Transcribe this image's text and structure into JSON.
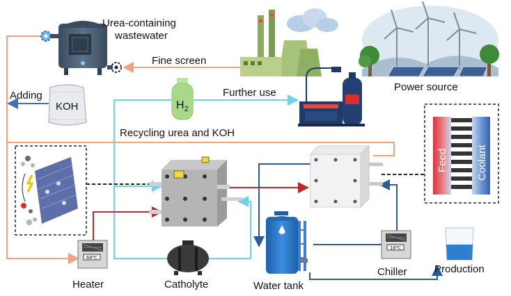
{
  "labels": {
    "wastewater": [
      "Urea-containing",
      "wastewater"
    ],
    "fine_screen": "Fine screen",
    "adding": "Adding",
    "koh": "KOH",
    "h2_main": "H",
    "h2_sub": "2",
    "further_use": "Further use",
    "power_source": "Power source",
    "recycling": "Recycling urea and KOH",
    "feed": "Feed",
    "coolant": "Coolant",
    "heater": "Heater",
    "catholyte": "Catholyte",
    "water_tank": "Water tank",
    "chiller": "Chiller",
    "production": "Production",
    "heater_display": "60℃",
    "chiller_display": "10℃"
  },
  "colors": {
    "orange_pipe": "#f2a27c",
    "cyan_pipe": "#6fd3e6",
    "red_pipe": "#c0272d",
    "blue_pipe": "#3e6fb2",
    "steel_blue": "#4a5d72",
    "gas_green": "#a8d98a",
    "tank_blue": "#2f7fd1"
  },
  "icons": [
    "wastewater-tank-icon",
    "gear-icon",
    "koh-bag-icon",
    "hydrogen-cylinder-icon",
    "factory-icon",
    "cloud-icon",
    "wind-turbine-icon",
    "solar-panel-icon",
    "tree-icon",
    "generator-icon",
    "electrolyzer-icon",
    "catalyst-icon",
    "heater-icon",
    "chiller-icon",
    "catholyte-tank-icon",
    "water-tank-icon",
    "beaker-icon",
    "cooling-fins-icon"
  ]
}
